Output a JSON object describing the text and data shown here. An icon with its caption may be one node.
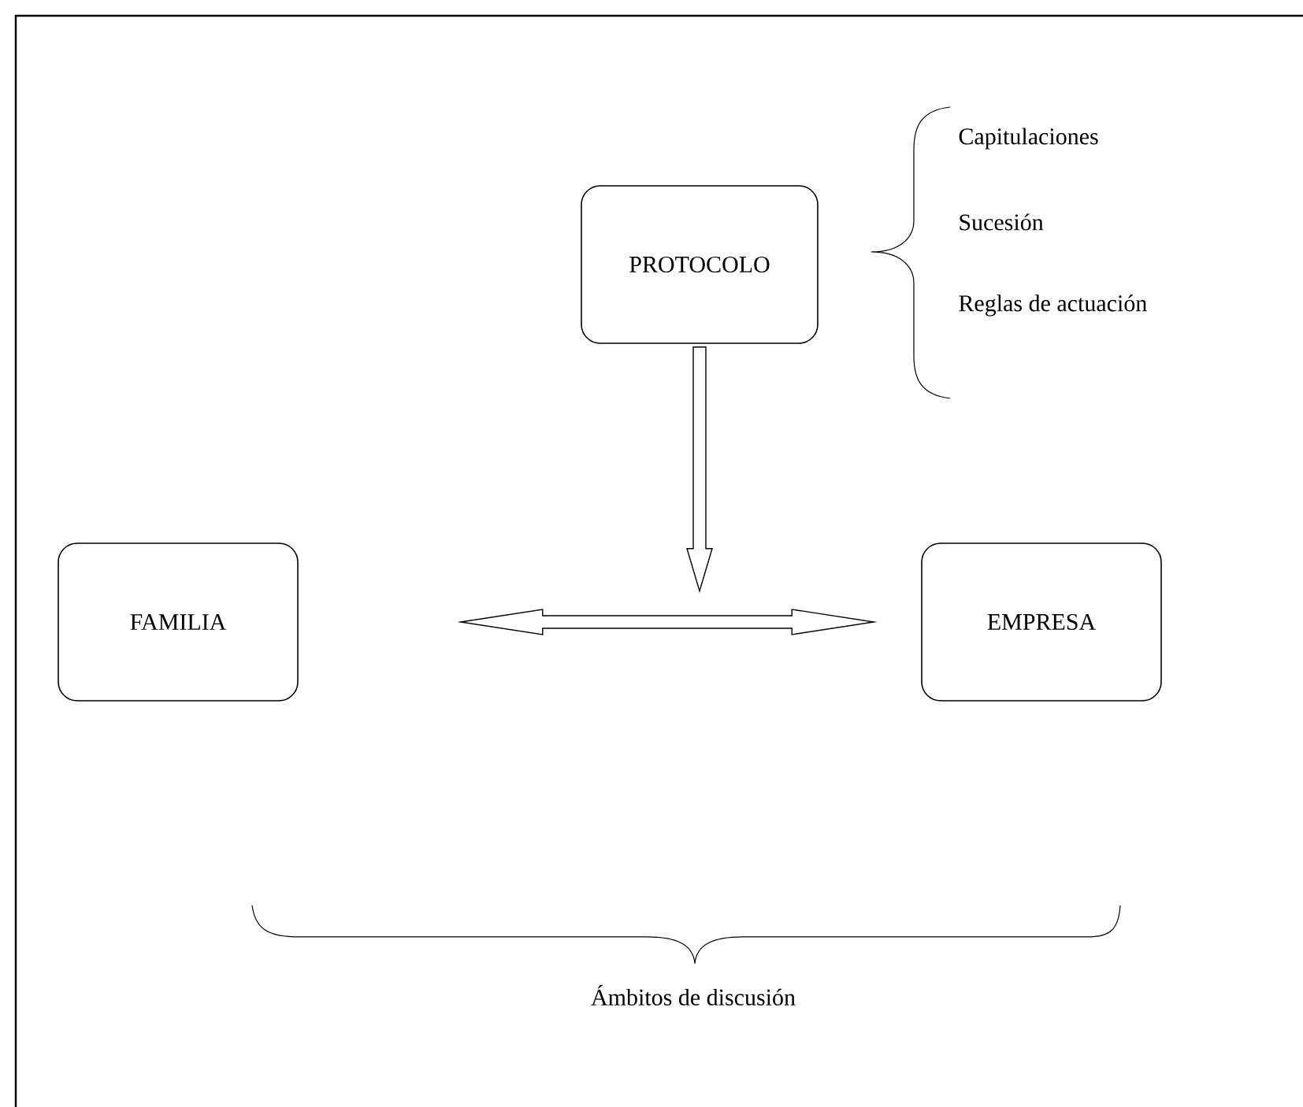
{
  "diagram": {
    "nodes": [
      {
        "text": [
          "PROTOCOLO"
        ]
      },
      {
        "text": [
          "FAMILIA"
        ]
      },
      {
        "text": [
          "EMPRESA"
        ]
      }
    ],
    "edges": [
      {
        "from": 0,
        "to": null,
        "arrow": "to"
      },
      {
        "from": 1,
        "to": 2,
        "arrow": "both"
      }
    ],
    "labels": [
      "Capitulaciones",
      "Sucesión",
      "Reglas de actuación",
      "Ámbitos de discusión"
    ]
  }
}
